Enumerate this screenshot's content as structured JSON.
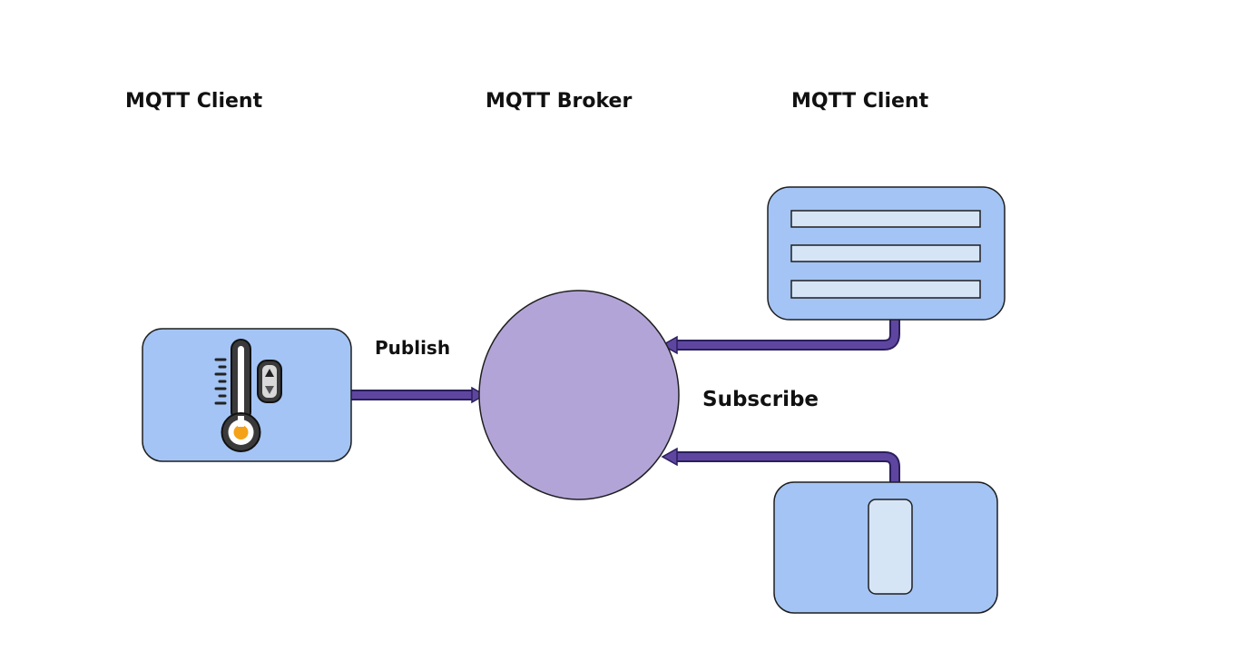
{
  "diagram": {
    "headings": {
      "publisher_client": "MQTT Client",
      "broker": "MQTT Broker",
      "subscriber_client": "MQTT Client"
    },
    "edges": {
      "publish": "Publish",
      "subscribe": "Subscribe"
    },
    "icons": {
      "publisher": "thermometer-icon",
      "subscriber_top": "dashboard-icon",
      "subscriber_bottom": "phone-icon"
    },
    "colors": {
      "client_fill": "#a3c4f4",
      "broker_fill": "#b3a4d8",
      "arrow": "#5e46a0",
      "panel_bar": "#d6e5f6",
      "sensor_dot": "#f4a21a",
      "outline": "#1f1f1f"
    }
  }
}
